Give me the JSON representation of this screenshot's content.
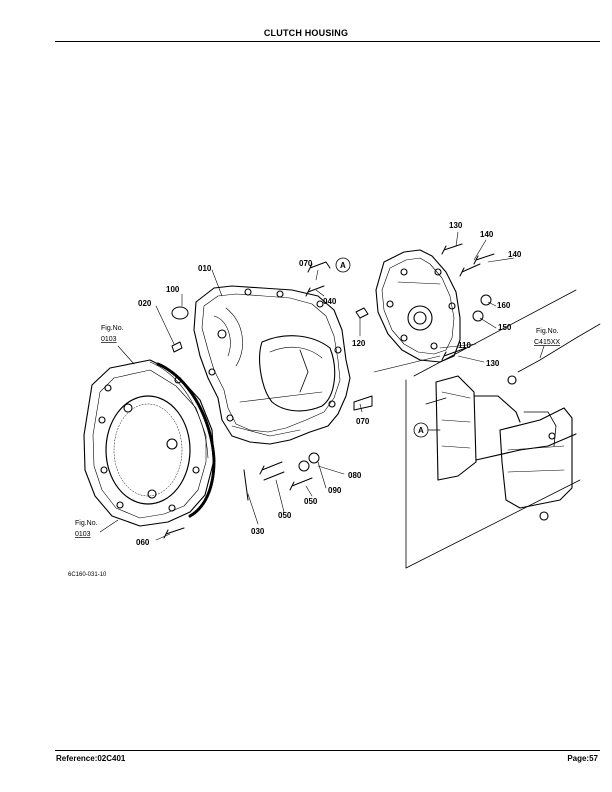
{
  "header": {
    "title": "CLUTCH HOUSING"
  },
  "footer": {
    "reference": "Reference:02C401",
    "page": "Page:57"
  },
  "diagram": {
    "image_code": "6C160-031-10",
    "section_marker": "A",
    "callouts": {
      "c010": "010",
      "c020": "020",
      "c030": "030",
      "c040": "040",
      "c050a": "050",
      "c050b": "050",
      "c060": "060",
      "c070a": "070",
      "c070b": "070",
      "c080": "080",
      "c090": "090",
      "c100": "100",
      "c110": "110",
      "c120": "120",
      "c130a": "130",
      "c130b": "130",
      "c140a": "140",
      "c140b": "140",
      "c150": "150",
      "c160": "160"
    },
    "fig_refs": {
      "a": {
        "label": "Fig.No.",
        "number": "0103"
      },
      "b": {
        "label": "Fig.No.",
        "number": "0103"
      },
      "c": {
        "label": "Fig.No.",
        "number": "C415XX"
      }
    }
  },
  "colors": {
    "ink": "#000000",
    "paper": "#ffffff"
  }
}
